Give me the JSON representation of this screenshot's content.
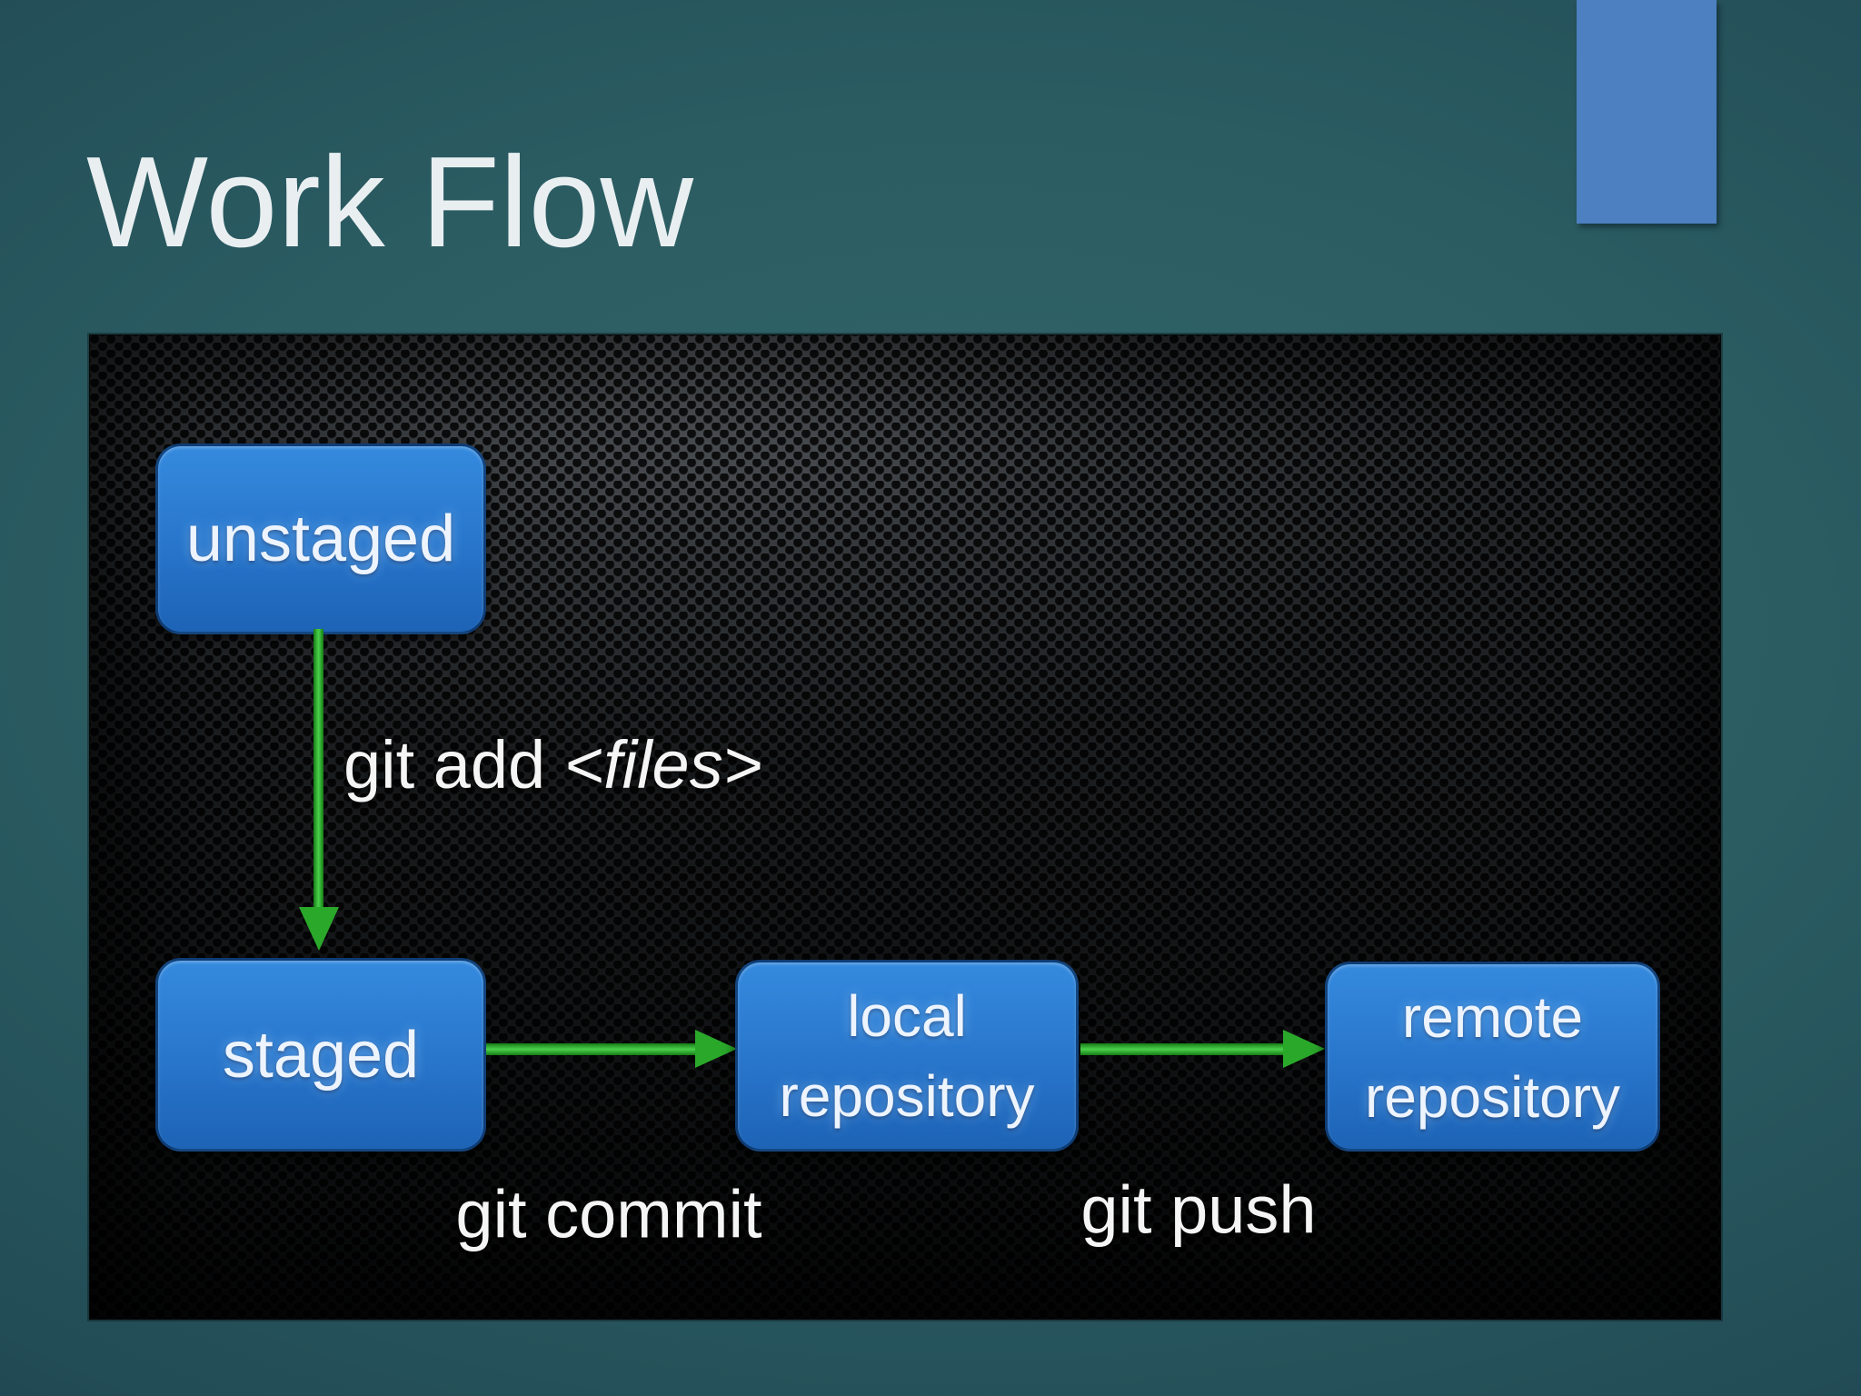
{
  "slide": {
    "title": "Work Flow",
    "colors": {
      "background_teal_light": "#306569",
      "background_teal_dark": "#152f3b",
      "title_text": "#e9eff1",
      "accent_bar": "#4d80c0"
    }
  },
  "diagram": {
    "colors": {
      "node_blue_top": "#358ade",
      "node_blue_bottom": "#1d63b6",
      "node_text": "#edf4fd",
      "arrow_green": "#2aa82a",
      "edge_label_text": "#f5f5f5",
      "panel_metal": "#2a2d30",
      "panel_hole": "#000000"
    },
    "nodes": [
      {
        "id": "unstaged",
        "lines": [
          "unstaged"
        ]
      },
      {
        "id": "staged",
        "lines": [
          "staged"
        ]
      },
      {
        "id": "local-repository",
        "lines": [
          "local",
          "repository"
        ]
      },
      {
        "id": "remote-repository",
        "lines": [
          "remote",
          "repository"
        ]
      }
    ],
    "edges": [
      {
        "from": "unstaged",
        "to": "staged",
        "command": "git add",
        "argument": "<files>"
      },
      {
        "from": "staged",
        "to": "local-repository",
        "command": "git commit"
      },
      {
        "from": "local-repository",
        "to": "remote-repository",
        "command": "git push"
      }
    ]
  }
}
